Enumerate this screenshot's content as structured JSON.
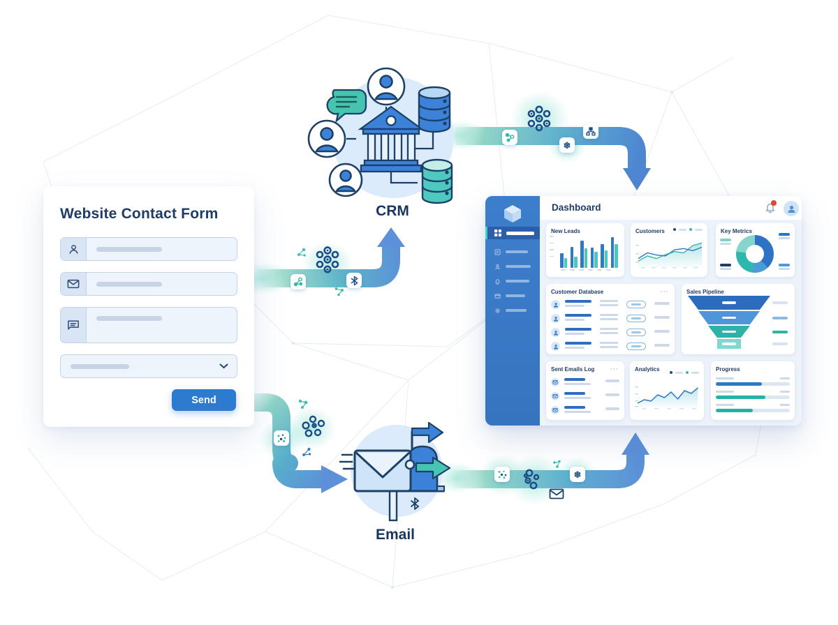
{
  "form": {
    "title": "Website Contact Form",
    "send_label": "Send",
    "fields": [
      {
        "icon": "user-icon"
      },
      {
        "icon": "mail-icon"
      },
      {
        "icon": "message-icon"
      }
    ]
  },
  "flow": {
    "crm_label": "CRM",
    "email_label": "Email"
  },
  "icons": {
    "snowflake_glyph": "❄",
    "menu_dots_glyph": "···"
  },
  "dashboard": {
    "title": "Dashboard",
    "cards": {
      "new_leads": "New Leads",
      "customers": "Customers",
      "key_metrics": "Key Metrics",
      "customer_database": "Customer Database",
      "sales_pipeline": "Sales Pipeline",
      "sent_emails_log": "Sent Emails Log",
      "analytics": "Analytics",
      "progress": "Progress"
    }
  },
  "chart_data": [
    {
      "type": "bar",
      "title": "New Leads",
      "legend_position": "none",
      "series": [
        {
          "name": "leads-blue",
          "values": [
            34,
            48,
            62,
            46,
            54,
            70
          ]
        },
        {
          "name": "leads-teal",
          "values": [
            22,
            26,
            44,
            36,
            40,
            54
          ]
        }
      ],
      "ylim": [
        0,
        70
      ],
      "colors": [
        "#2f7ac5",
        "#4cc6c0"
      ]
    },
    {
      "type": "line",
      "title": "Customers",
      "legend_position": "top-right",
      "series": [
        {
          "name": "customers-blue",
          "values": [
            20,
            33,
            28,
            26,
            40,
            43,
            38,
            46
          ]
        },
        {
          "name": "customers-teal",
          "values": [
            14,
            26,
            20,
            29,
            36,
            33,
            50,
            56
          ]
        }
      ],
      "ylim": [
        0,
        60
      ],
      "colors": [
        "#2e78c3",
        "#3cb8ad"
      ]
    },
    {
      "type": "pie",
      "title": "Key Metrics",
      "values": [
        38,
        14,
        25,
        23
      ],
      "colors": [
        "#2e73c4",
        "#4a9bd8",
        "#2fb7ad",
        "#85d5cd"
      ]
    },
    {
      "type": "table",
      "title": "Customer Database",
      "rows": 4
    },
    {
      "type": "funnel",
      "title": "Sales Pipeline",
      "widths": [
        118,
        88,
        60,
        34
      ],
      "colors": [
        "#2c6cbd",
        "#4f95da",
        "#2eb2a8",
        "#7fd8cf"
      ],
      "side_colors": [
        "#d8e3f0",
        "#8fb9e0",
        "#2fb3a9",
        "#d8e3f0"
      ]
    },
    {
      "type": "table",
      "title": "Sent Emails Log",
      "rows": 3
    },
    {
      "type": "area",
      "title": "Analytics",
      "legend_position": "top-right",
      "values": [
        12,
        22,
        18,
        36,
        28,
        44,
        24,
        48,
        40,
        56
      ],
      "ylim": [
        0,
        60
      ],
      "colors": [
        "#2e78c3",
        "#7dcddc"
      ]
    },
    {
      "type": "bar",
      "title": "Progress",
      "values": [
        62,
        67,
        50
      ],
      "colors": [
        "#2e79c4",
        "#23b2a6",
        "#23b2a6"
      ],
      "ylim": [
        0,
        100
      ]
    }
  ]
}
